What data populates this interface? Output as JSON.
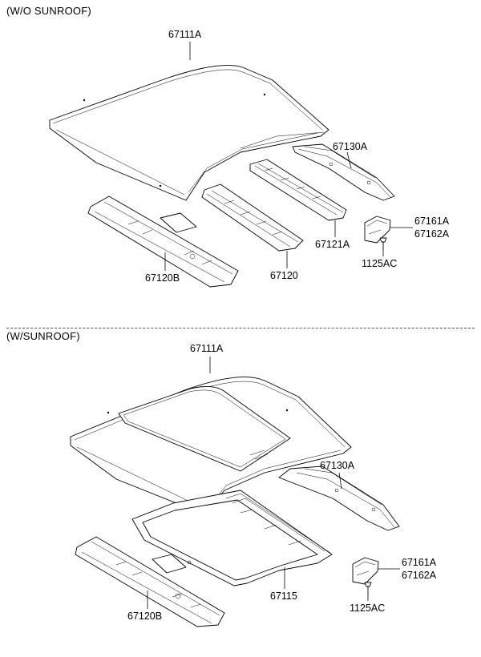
{
  "sections": [
    {
      "title": "(W/O SUNROOF)",
      "labels": {
        "roof_panel": "67111A",
        "rail_rear": "67130A",
        "rail_center_a": "67121A",
        "rail_center": "67120",
        "rail_front": "67120B",
        "bracket": "67161A\n67162A",
        "bracket_a": "67161A",
        "bracket_b": "67162A",
        "bolt": "1125AC"
      }
    },
    {
      "title": "(W/SUNROOF)",
      "labels": {
        "roof_panel": "67111A",
        "rail_rear": "67130A",
        "frame": "67115",
        "rail_front": "67120B",
        "bracket_a": "67161A",
        "bracket_b": "67162A",
        "bolt": "1125AC"
      }
    }
  ]
}
